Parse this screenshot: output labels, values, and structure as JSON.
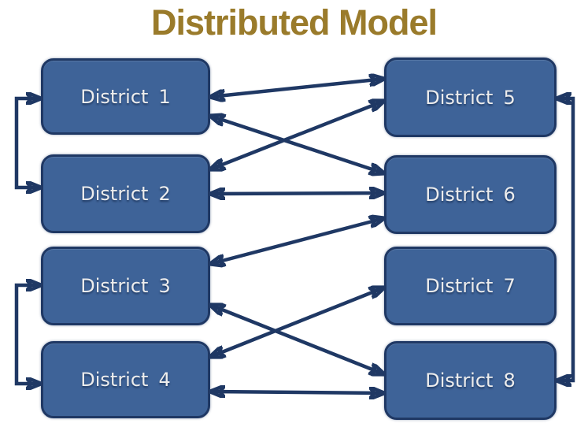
{
  "title": "Distributed Model",
  "colors": {
    "title_text": "#9A7B2B",
    "box_fill": "#3E6398",
    "box_border": "#1F3864",
    "arrow": "#1F3864",
    "label_text": "#EDEDED",
    "background": "#FFFFFF"
  },
  "districts": [
    {
      "word": "District",
      "num": "1"
    },
    {
      "word": "District",
      "num": "2"
    },
    {
      "word": "District",
      "num": "3"
    },
    {
      "word": "District",
      "num": "4"
    },
    {
      "word": "District",
      "num": "5"
    },
    {
      "word": "District",
      "num": "6"
    },
    {
      "word": "District",
      "num": "7"
    },
    {
      "word": "District",
      "num": "8"
    }
  ],
  "connections": [
    {
      "from": "District 1",
      "to": "District 2",
      "route": "left-side-bracket",
      "bidirectional": true
    },
    {
      "from": "District 3",
      "to": "District 4",
      "route": "left-side-bracket",
      "bidirectional": true
    },
    {
      "from": "District 5",
      "to": "District 8",
      "route": "right-side-bracket",
      "bidirectional": true
    },
    {
      "from": "District 1",
      "to": "District 5",
      "route": "direct",
      "bidirectional": true
    },
    {
      "from": "District 1",
      "to": "District 6",
      "route": "direct",
      "bidirectional": true
    },
    {
      "from": "District 2",
      "to": "District 5",
      "route": "direct",
      "bidirectional": true
    },
    {
      "from": "District 2",
      "to": "District 6",
      "route": "direct",
      "bidirectional": true
    },
    {
      "from": "District 3",
      "to": "District 6",
      "route": "direct",
      "bidirectional": true
    },
    {
      "from": "District 3",
      "to": "District 8",
      "route": "direct",
      "bidirectional": true
    },
    {
      "from": "District 4",
      "to": "District 7",
      "route": "direct",
      "bidirectional": true
    },
    {
      "from": "District 4",
      "to": "District 8",
      "route": "direct",
      "bidirectional": true
    }
  ]
}
